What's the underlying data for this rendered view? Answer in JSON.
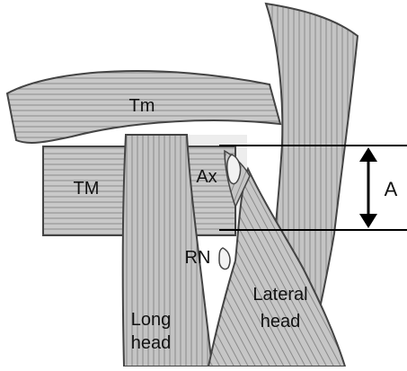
{
  "labels": {
    "tm_minor": "Tm",
    "tm_major": "TM",
    "axillary": "Ax",
    "radial": "RN",
    "long_head": [
      "Long",
      "head"
    ],
    "lateral_head": [
      "Lateral",
      "head"
    ],
    "dimension": "A"
  },
  "colors": {
    "muscle_fill": "#c9c9c9",
    "muscle_dark": "#9a9a9a",
    "fiber_line": "#7d7d7d",
    "outline": "#444444",
    "space_fill": "#eeeeee",
    "nerve_fill": "#f2f2f2",
    "dimension_line": "#000000"
  }
}
